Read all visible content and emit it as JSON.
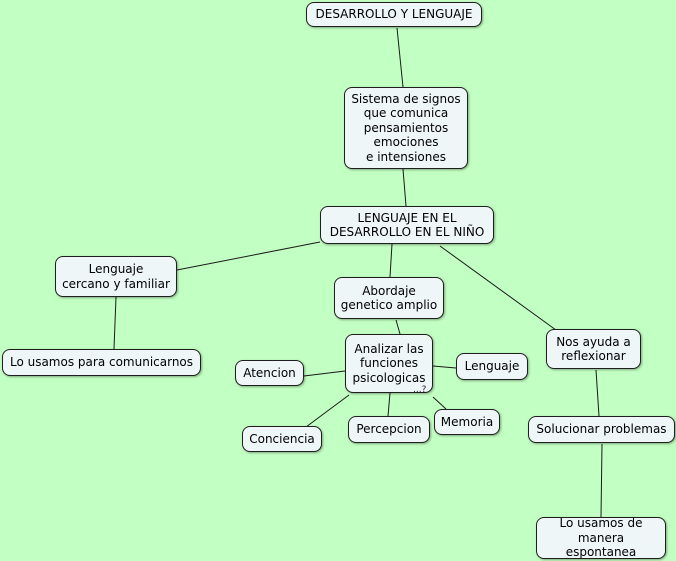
{
  "diagram": {
    "nodes": {
      "desarrollo": "DESARROLLO Y LENGUAJE",
      "sistema": "Sistema de signos\nque comunica\npensamientos\nemociones\ne intensiones",
      "lenguaje_nino": "LENGUAJE EN EL\nDESARROLLO EN EL NIÑO",
      "cercano": "Lenguaje\ncercano y familiar",
      "usamos_comunicar": "Lo usamos para comunicarnos",
      "abordaje": "Abordaje\ngenetico amplio",
      "analizar": "Analizar las\nfunciones\npsicologicas",
      "atencion": "Atencion",
      "lenguaje": "Lenguaje",
      "conciencia": "Conciencia",
      "percepcion": "Percepcion",
      "memoria": "Memoria",
      "reflexionar": "Nos ayuda a\nreflexionar",
      "solucionar": "Solucionar problemas",
      "espontanea": "Lo usamos de\nmanera espontanea"
    },
    "marker": "...?"
  }
}
